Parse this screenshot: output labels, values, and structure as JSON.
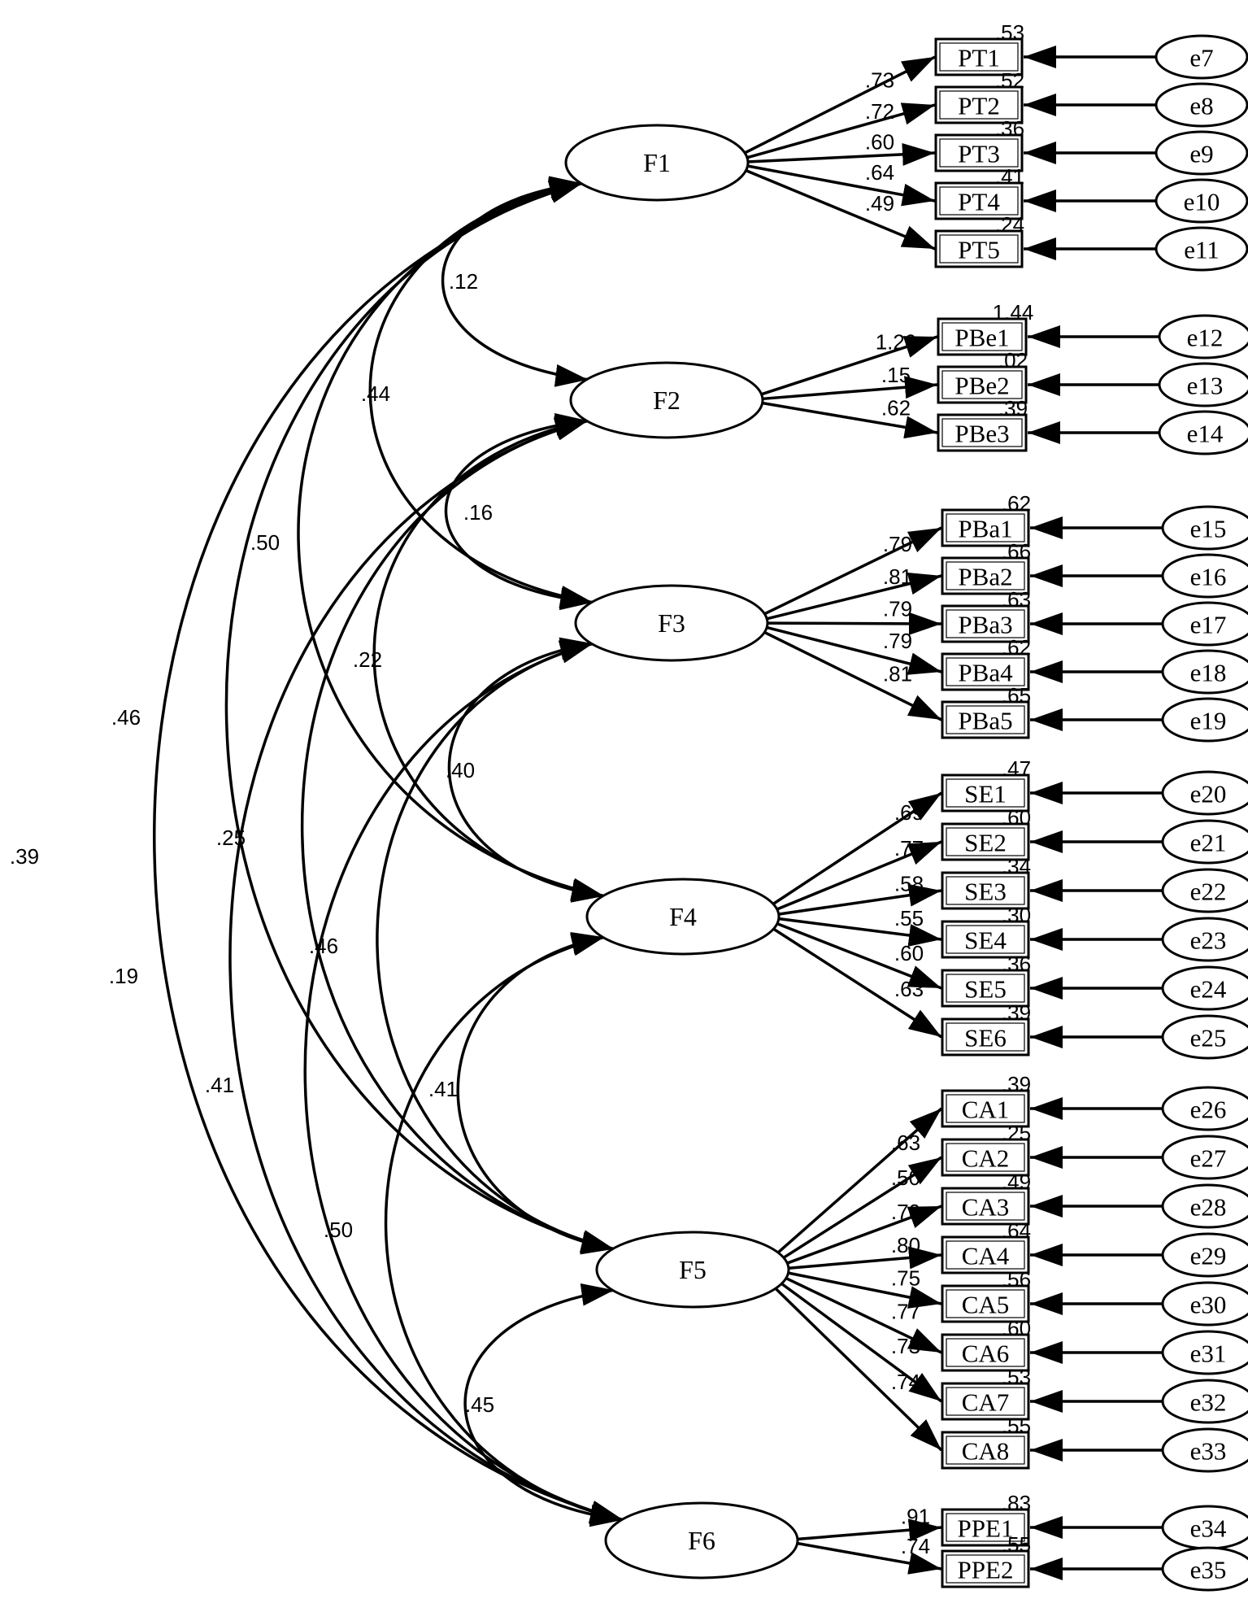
{
  "factors": [
    {
      "id": "F1",
      "label": "F1",
      "indicators": [
        {
          "label": "PT1",
          "error": "e7",
          "loading": ".73",
          "r2": ".53"
        },
        {
          "label": "PT2",
          "error": "e8",
          "loading": ".72",
          "r2": ".52"
        },
        {
          "label": "PT3",
          "error": "e9",
          "loading": ".60",
          "r2": ".36"
        },
        {
          "label": "PT4",
          "error": "e10",
          "loading": ".64",
          "r2": ".41"
        },
        {
          "label": "PT5",
          "error": "e11",
          "loading": ".49",
          "r2": ".24"
        }
      ]
    },
    {
      "id": "F2",
      "label": "F2",
      "indicators": [
        {
          "label": "PBe1",
          "error": "e12",
          "loading": "1.20",
          "r2": "1.44"
        },
        {
          "label": "PBe2",
          "error": "e13",
          "loading": ".15",
          "r2": ".02"
        },
        {
          "label": "PBe3",
          "error": "e14",
          "loading": ".62",
          "r2": ".39"
        }
      ]
    },
    {
      "id": "F3",
      "label": "F3",
      "indicators": [
        {
          "label": "PBa1",
          "error": "e15",
          "loading": ".79",
          "r2": ".62"
        },
        {
          "label": "PBa2",
          "error": "e16",
          "loading": ".81",
          "r2": ".66"
        },
        {
          "label": "PBa3",
          "error": "e17",
          "loading": ".79",
          "r2": ".63"
        },
        {
          "label": "PBa4",
          "error": "e18",
          "loading": ".79",
          "r2": ".62"
        },
        {
          "label": "PBa5",
          "error": "e19",
          "loading": ".81",
          "r2": ".65"
        }
      ]
    },
    {
      "id": "F4",
      "label": "F4",
      "indicators": [
        {
          "label": "SE1",
          "error": "e20",
          "loading": ".69",
          "r2": ".47"
        },
        {
          "label": "SE2",
          "error": "e21",
          "loading": ".77",
          "r2": ".60"
        },
        {
          "label": "SE3",
          "error": "e22",
          "loading": ".58",
          "r2": ".34"
        },
        {
          "label": "SE4",
          "error": "e23",
          "loading": ".55",
          "r2": ".30"
        },
        {
          "label": "SE5",
          "error": "e24",
          "loading": ".60",
          "r2": ".36"
        },
        {
          "label": "SE6",
          "error": "e25",
          "loading": ".63",
          "r2": ".39"
        }
      ]
    },
    {
      "id": "F5",
      "label": "F5",
      "indicators": [
        {
          "label": "CA1",
          "error": "e26",
          "loading": ".63",
          "r2": ".39"
        },
        {
          "label": "CA2",
          "error": "e27",
          "loading": ".50",
          "r2": ".25"
        },
        {
          "label": "CA3",
          "error": "e28",
          "loading": ".70",
          "r2": ".49"
        },
        {
          "label": "CA4",
          "error": "e29",
          "loading": ".80",
          "r2": ".64"
        },
        {
          "label": "CA5",
          "error": "e30",
          "loading": ".75",
          "r2": ".56"
        },
        {
          "label": "CA6",
          "error": "e31",
          "loading": ".77",
          "r2": ".60"
        },
        {
          "label": "CA7",
          "error": "e32",
          "loading": ".73",
          "r2": ".53"
        },
        {
          "label": "CA8",
          "error": "e33",
          "loading": ".74",
          "r2": ".55"
        }
      ]
    },
    {
      "id": "F6",
      "label": "F6",
      "indicators": [
        {
          "label": "PPE1",
          "error": "e34",
          "loading": ".91",
          "r2": ".83"
        },
        {
          "label": "PPE2",
          "error": "e35",
          "loading": ".74",
          "r2": ".55"
        }
      ]
    }
  ],
  "correlations": [
    {
      "from": "F1",
      "to": "F2",
      "value": ".12"
    },
    {
      "from": "F1",
      "to": "F3",
      "value": ".44"
    },
    {
      "from": "F1",
      "to": "F4",
      "value": ".50"
    },
    {
      "from": "F1",
      "to": "F5",
      "value": ".46"
    },
    {
      "from": "F1",
      "to": "F6",
      "value": ".39"
    },
    {
      "from": "F2",
      "to": "F3",
      "value": ".16"
    },
    {
      "from": "F2",
      "to": "F4",
      "value": ".22"
    },
    {
      "from": "F2",
      "to": "F5",
      "value": ".25"
    },
    {
      "from": "F2",
      "to": "F6",
      "value": ".19"
    },
    {
      "from": "F3",
      "to": "F4",
      "value": ".40"
    },
    {
      "from": "F3",
      "to": "F5",
      "value": ".46"
    },
    {
      "from": "F3",
      "to": "F6",
      "value": ".41"
    },
    {
      "from": "F4",
      "to": "F5",
      "value": ".41"
    },
    {
      "from": "F4",
      "to": "F6",
      "value": ".50"
    },
    {
      "from": "F5",
      "to": "F6",
      "value": ".45"
    }
  ]
}
